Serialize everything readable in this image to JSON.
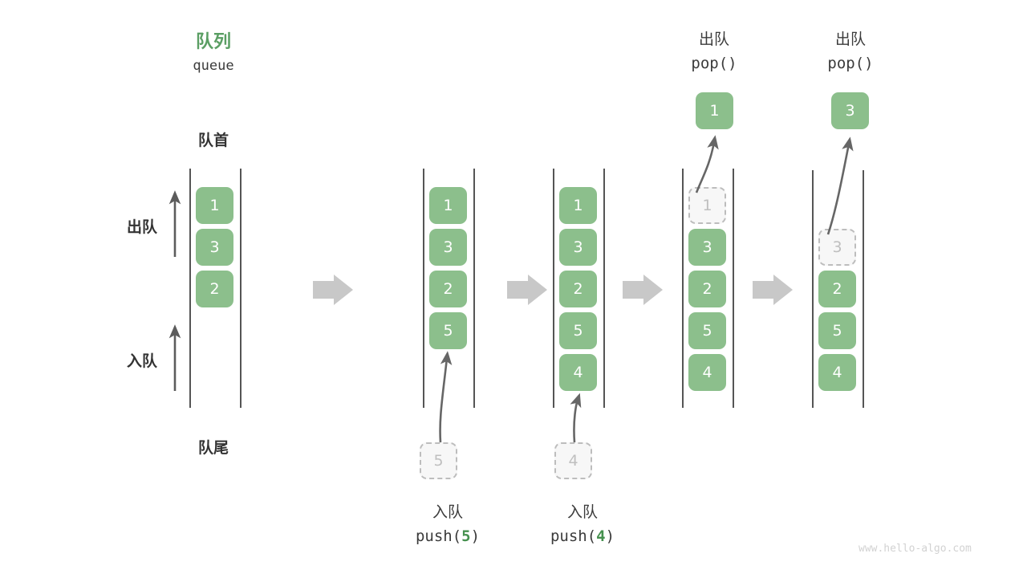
{
  "diagram": {
    "title_cn": "队列",
    "title_en": "queue",
    "front_label": "队首",
    "rear_label": "队尾",
    "dequeue_side_label": "出队",
    "enqueue_side_label": "入队",
    "watermark": "www.hello-algo.com",
    "accent_green": "#8cbf8c",
    "title_green": "#5a9e63",
    "code_number_green": "#46914f",
    "rail_color": "#555555",
    "ghost_fill": "#f7f7f7",
    "ghost_border": "#bdbdbd",
    "ghost_text": "#bfbfbf",
    "flow_arrow_color": "#c8c8c8",
    "curve_arrow_color": "#666666"
  },
  "columns": [
    {
      "id": "initial",
      "header_cn": "",
      "header_code": "",
      "cells": [
        "1",
        "3",
        "2"
      ],
      "ghost_index": -1,
      "popped_value": "",
      "incoming_value": "",
      "footer_cn": "",
      "footer_code_prefix": "",
      "footer_code_number": "",
      "footer_code_suffix": ""
    },
    {
      "id": "push-5",
      "header_cn": "",
      "header_code": "",
      "cells": [
        "1",
        "3",
        "2",
        "5"
      ],
      "ghost_index": -1,
      "popped_value": "",
      "incoming_value": "5",
      "footer_cn": "入队",
      "footer_code_prefix": "push(",
      "footer_code_number": "5",
      "footer_code_suffix": ")"
    },
    {
      "id": "push-4",
      "header_cn": "",
      "header_code": "",
      "cells": [
        "1",
        "3",
        "2",
        "5",
        "4"
      ],
      "ghost_index": -1,
      "popped_value": "",
      "incoming_value": "4",
      "footer_cn": "入队",
      "footer_code_prefix": "push(",
      "footer_code_number": "4",
      "footer_code_suffix": ")"
    },
    {
      "id": "pop-1",
      "header_cn": "出队",
      "header_code": "pop()",
      "cells": [
        "1",
        "3",
        "2",
        "5",
        "4"
      ],
      "ghost_index": 0,
      "popped_value": "1",
      "incoming_value": "",
      "footer_cn": "",
      "footer_code_prefix": "",
      "footer_code_number": "",
      "footer_code_suffix": ""
    },
    {
      "id": "pop-3",
      "header_cn": "出队",
      "header_code": "pop()",
      "cells": [
        "3",
        "2",
        "5",
        "4"
      ],
      "ghost_index": 0,
      "popped_value": "3",
      "incoming_value": "",
      "footer_cn": "",
      "footer_code_prefix": "",
      "footer_code_number": "",
      "footer_code_suffix": ""
    }
  ],
  "flow_arrows": [
    {
      "label": "step-1-to-2"
    },
    {
      "label": "step-2-to-3"
    },
    {
      "label": "step-3-to-4"
    },
    {
      "label": "step-4-to-5"
    }
  ]
}
